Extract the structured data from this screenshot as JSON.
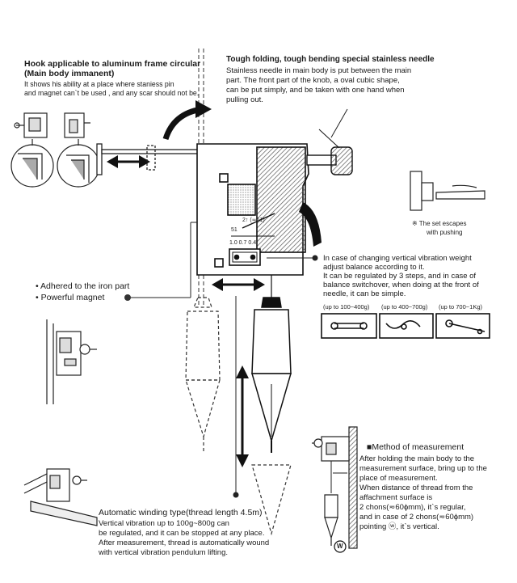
{
  "hook": {
    "title_1": "Hook applicable to aluminum frame circular",
    "title_2": "(Main body immanent)",
    "body_1": "It shows his ability at a place where staniess pin",
    "body_2": "and magnet can`t be used , and any scar should not be."
  },
  "needle": {
    "title": "Tough folding, tough bending special stainless needle",
    "lines": [
      "Stainless needle in main body is put between the main",
      "part. The front part of the knob, a oval cubic shape,",
      "can be put simply, and be taken with one hand when",
      "pulling out."
    ]
  },
  "push": {
    "line_1": "※ The set escapes",
    "line_2": "with pushing"
  },
  "device_marks": {
    "scale_top": "2↑ (≂61)",
    "scale_51": "51",
    "scale_bottom": "1.0  0.7 0.4"
  },
  "magnet": {
    "item_1": "Adhered to the iron part",
    "item_2": "Powerful magnet"
  },
  "balance": {
    "lines": [
      "In case of changing vertical vibration weight",
      "adjust balance according to it.",
      "It can be regulated by 3 steps, and in case of",
      "balance switchover, when doing at the front of",
      "needle, it can be simple."
    ],
    "ranges": [
      "(up to 100~400g)",
      "(up to 400~700g)",
      "(up to 700~1Kg)"
    ]
  },
  "method": {
    "title": "Method of measurement",
    "lines": [
      "After holding the main body to the",
      "measurement surface, bring up to the",
      "place of measurement.",
      "When distance of thread from the",
      "affachment surface is",
      "2 chons(≂60ϕmm), it`s regular,",
      "and in case of 2 chons(≂60ϕmm)",
      "pointing ⓦ, it`s vertical."
    ],
    "marker": "W"
  },
  "winding": {
    "title": "Automatic winding type(thread length 4.5m)",
    "lines": [
      "Vertical vibration up to 100g~800g can",
      "be regulated, and it can be stopped at any place.",
      "After measurement, thread is automatically wound",
      "with vertical vibration pendulum lifting."
    ]
  }
}
